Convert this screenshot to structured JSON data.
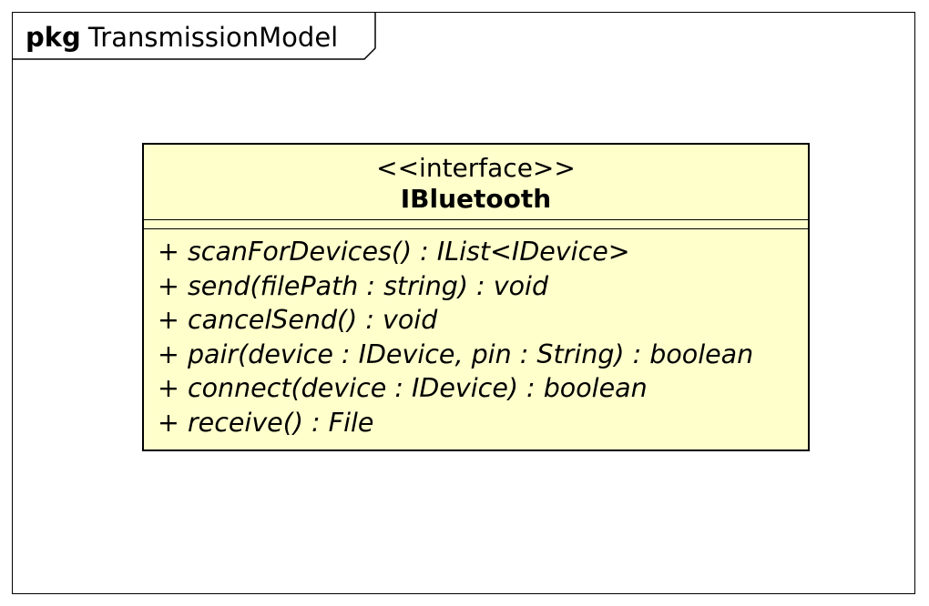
{
  "package": {
    "keyword": "pkg",
    "name": "TransmissionModel"
  },
  "interface": {
    "stereotype": "<<interface>>",
    "name": "IBluetooth",
    "attributes": [],
    "operations": [
      "+ scanForDevices() : IList<IDevice>",
      "+ send(filePath : string) : void",
      "+ cancelSend() : void",
      "+ pair(device : IDevice, pin : String) : boolean",
      "+ connect(device : IDevice) : boolean",
      "+ receive() : File"
    ]
  },
  "colors": {
    "class_fill": "#ffffcc",
    "line": "#000000",
    "background": "#ffffff"
  }
}
